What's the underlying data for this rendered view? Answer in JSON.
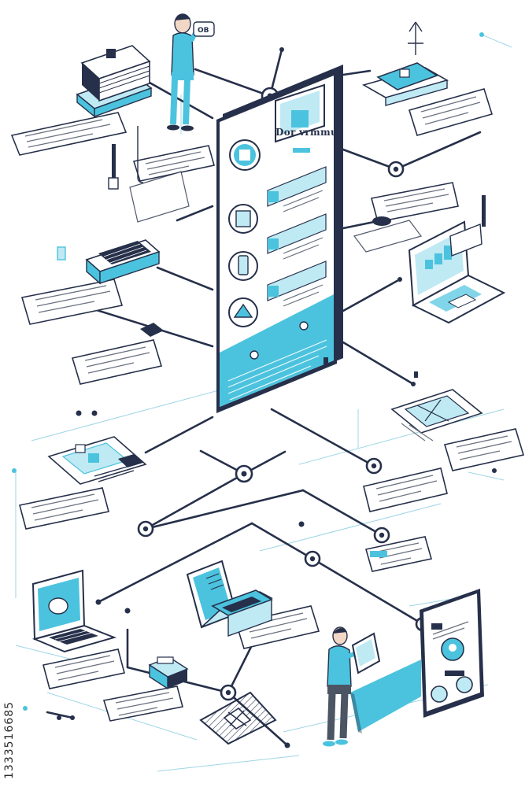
{
  "phone_header": {
    "title": "Dor vrmmue"
  },
  "speech_bubble": {
    "text": "OB"
  },
  "stock_id": "1333516685",
  "colors": {
    "outline": "#26304a",
    "accent": "#4cc3de",
    "accent_light": "#bfe9f3",
    "line_light": "#9fd6e6",
    "text_gray": "#6b7280"
  },
  "icons": [
    "chart-icon",
    "document-icon",
    "phone-icon",
    "mail-icon",
    "person-icon",
    "laptop-icon",
    "tablet-icon",
    "printer-icon"
  ]
}
